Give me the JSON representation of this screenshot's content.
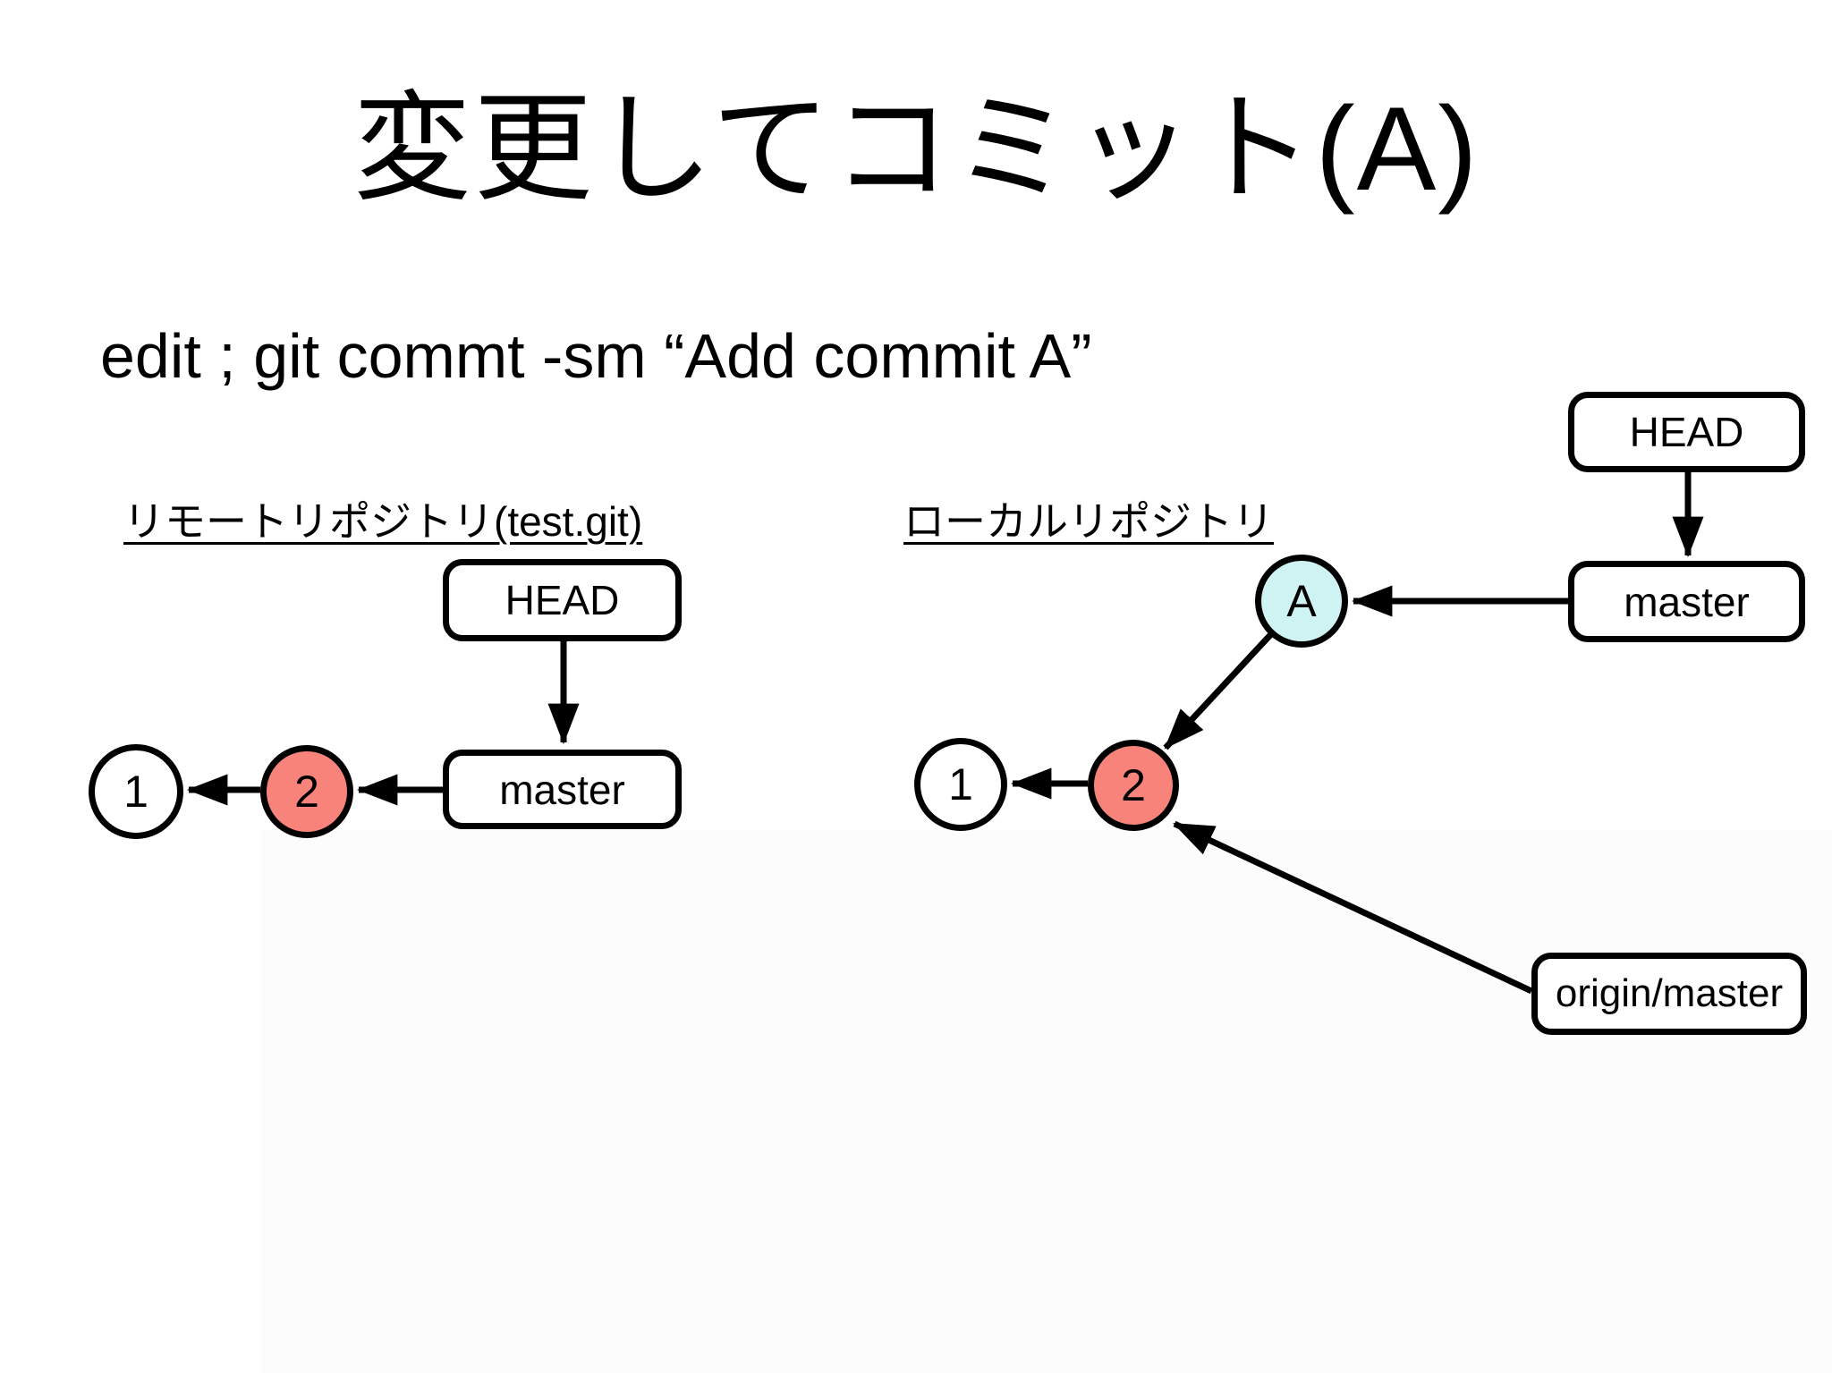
{
  "slide": {
    "title": "変更してコミット(A)",
    "command": "edit ; git commt -sm “Add commit A”"
  },
  "remote_repo": {
    "label": "リモートリポジトリ(test.git)",
    "head_label": "HEAD",
    "master_label": "master",
    "commits": [
      {
        "id": "1",
        "fill": "#ffffff"
      },
      {
        "id": "2",
        "fill": "#f8837b"
      }
    ]
  },
  "local_repo": {
    "label": "ローカルリポジトリ",
    "head_label": "HEAD",
    "master_label": "master",
    "origin_master_label": "origin/master",
    "commits": [
      {
        "id": "1",
        "fill": "#ffffff"
      },
      {
        "id": "2",
        "fill": "#f8837b"
      },
      {
        "id": "A",
        "fill": "#cff2f3"
      }
    ]
  },
  "colors": {
    "background": "#ffffff",
    "outline": "#000000",
    "commit_highlight_red": "#f8837b",
    "commit_new_cyan": "#cff2f3"
  }
}
